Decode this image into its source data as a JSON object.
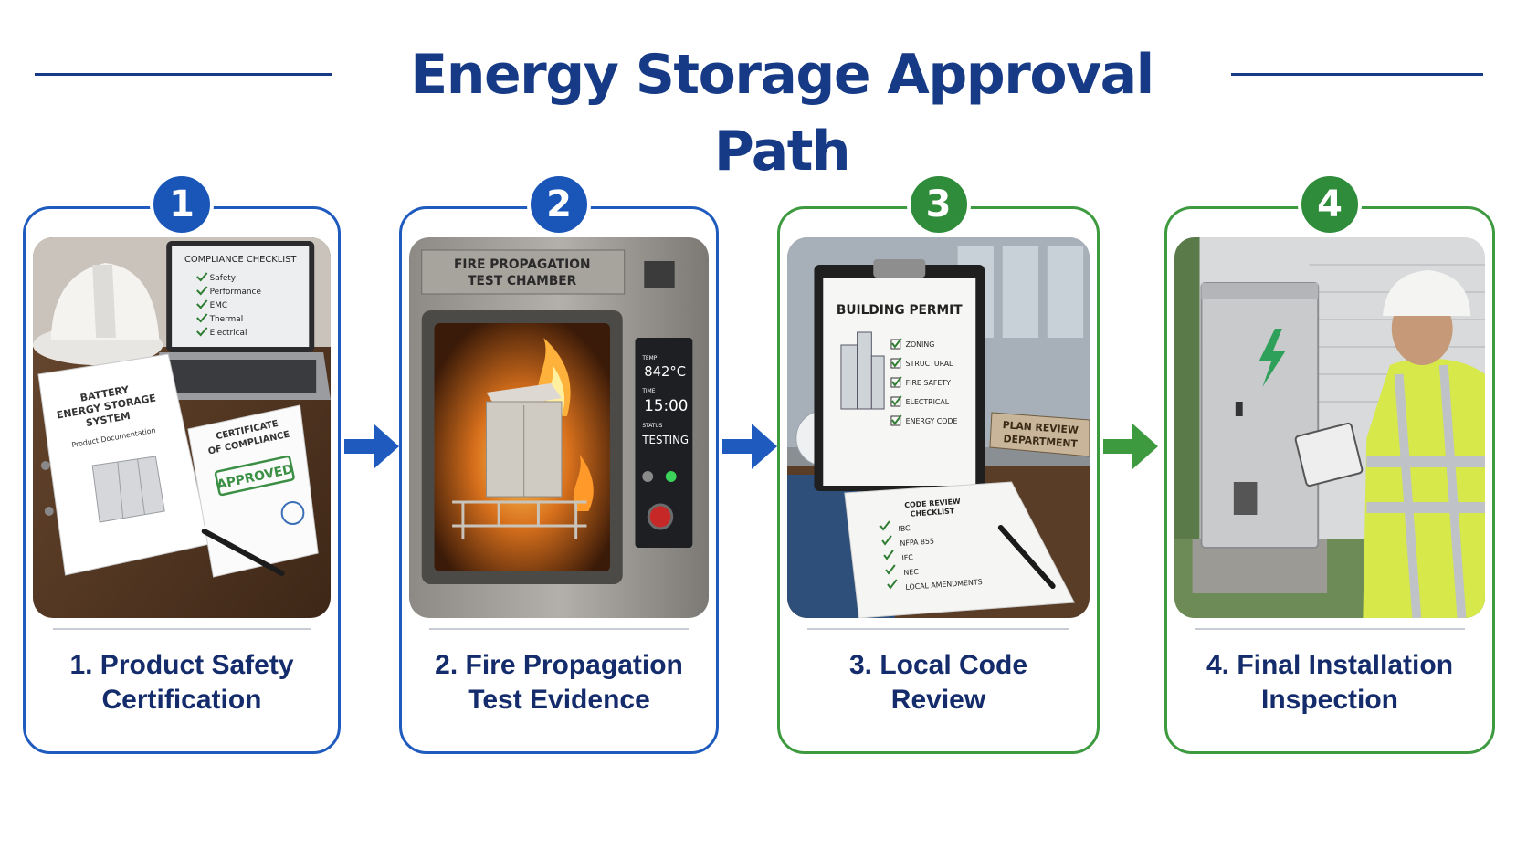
{
  "title": "Energy Storage Approval Path",
  "colors": {
    "navy": "#163a85",
    "blue": "#1a56b8",
    "green": "#2f8c3a"
  },
  "steps": [
    {
      "number": "1",
      "label_line1": "1. Product Safety",
      "label_line2": "Certification",
      "color": "blue",
      "photo": {
        "checklist_title": "COMPLIANCE CHECKLIST",
        "checklist_items": [
          "Safety",
          "Performance",
          "EMC",
          "Thermal",
          "Electrical"
        ],
        "binder_title_1": "BATTERY",
        "binder_title_2": "ENERGY STORAGE",
        "binder_title_3": "SYSTEM",
        "binder_subtitle": "Product Documentation",
        "certificate_line1": "CERTIFICATE",
        "certificate_line2": "OF COMPLIANCE",
        "stamp": "APPROVED"
      }
    },
    {
      "number": "2",
      "label_line1": "2. Fire Propagation",
      "label_line2": "Test Evidence",
      "color": "blue",
      "photo": {
        "chamber_line1": "FIRE PROPAGATION",
        "chamber_line2": "TEST CHAMBER",
        "temp_label": "TEMP",
        "temp_value": "842°C",
        "time_label": "TIME",
        "time_value": "15:00",
        "status_label": "STATUS",
        "status_value": "TESTING"
      }
    },
    {
      "number": "3",
      "label_line1": "3. Local Code",
      "label_line2": "Review",
      "color": "green",
      "photo": {
        "permit_title": "BUILDING PERMIT",
        "permit_items": [
          "ZONING",
          "STRUCTURAL",
          "FIRE SAFETY",
          "ELECTRICAL",
          "ENERGY CODE"
        ],
        "sign_line1": "PLAN REVIEW",
        "sign_line2": "DEPARTMENT",
        "review_title_1": "CODE REVIEW",
        "review_title_2": "CHECKLIST",
        "review_items": [
          "IBC",
          "NFPA 855",
          "IFC",
          "NEC",
          "LOCAL AMENDMENTS"
        ]
      }
    },
    {
      "number": "4",
      "label_line1": "4. Final Installation",
      "label_line2": "Inspection",
      "color": "green",
      "photo": {}
    }
  ],
  "arrows": [
    {
      "from": "1",
      "to": "2",
      "color": "blue-arrow"
    },
    {
      "from": "2",
      "to": "3",
      "color": "blue-arrow"
    },
    {
      "from": "3",
      "to": "4",
      "color": "green-arrow"
    }
  ]
}
